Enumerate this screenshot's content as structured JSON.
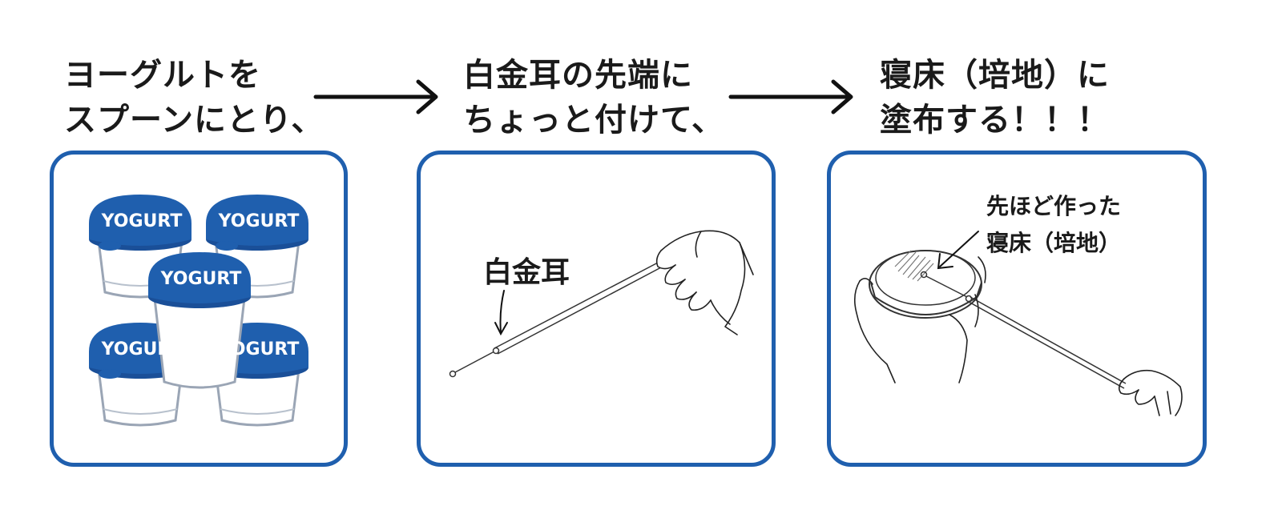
{
  "steps": [
    {
      "caption_line1": "ヨーグルトを",
      "caption_line2": "スプーンにとり、"
    },
    {
      "caption_line1": "白金耳の先端に",
      "caption_line2": "ちょっと付けて、"
    },
    {
      "caption_line1": "寝床（培地）に",
      "caption_line2": "塗布する！！！"
    }
  ],
  "panel1": {
    "cup_label": "YOGURT"
  },
  "panel2": {
    "loop_label": "白金耳"
  },
  "panel3": {
    "dish_label_line1": "先ほど作った",
    "dish_label_line2": "寝床（培地）"
  },
  "colors": {
    "frame": "#1f5fae",
    "lid": "#1f5fae",
    "text": "#1a1a1a"
  }
}
